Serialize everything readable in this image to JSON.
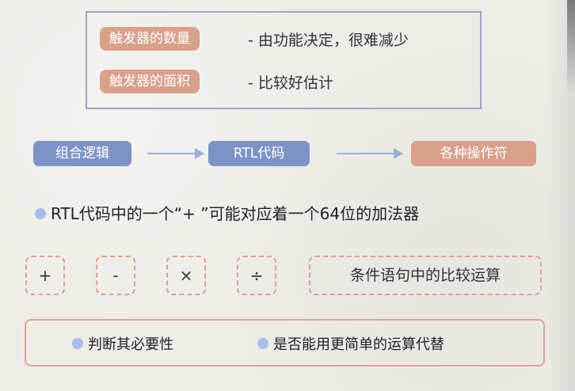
{
  "summary": {
    "count_tag": "触发器的数量",
    "count_desc": "- 由功能决定，很难减少",
    "area_tag": "触发器的面积",
    "area_desc": "- 比较好估计"
  },
  "flow": {
    "step1": "组合逻辑",
    "step2": "RTL代码",
    "step3": "各种操作符"
  },
  "note": "RTL代码中的一个“+ ”可能对应着一个64位的加法器",
  "operators": {
    "plus": "+",
    "minus": "-",
    "times": "×",
    "divide": "÷",
    "condition": "条件语句中的比较运算"
  },
  "bottom": {
    "item1": "判断其必要性",
    "item2": "是否能用更简单的运算代替"
  },
  "colors": {
    "blue_pill": "#7d93c6",
    "salmon_pill": "#d8a08b",
    "blue_border": "#98a6c8",
    "dashed_border": "#d7a08d",
    "bullet_dot": "#a7bdea"
  }
}
